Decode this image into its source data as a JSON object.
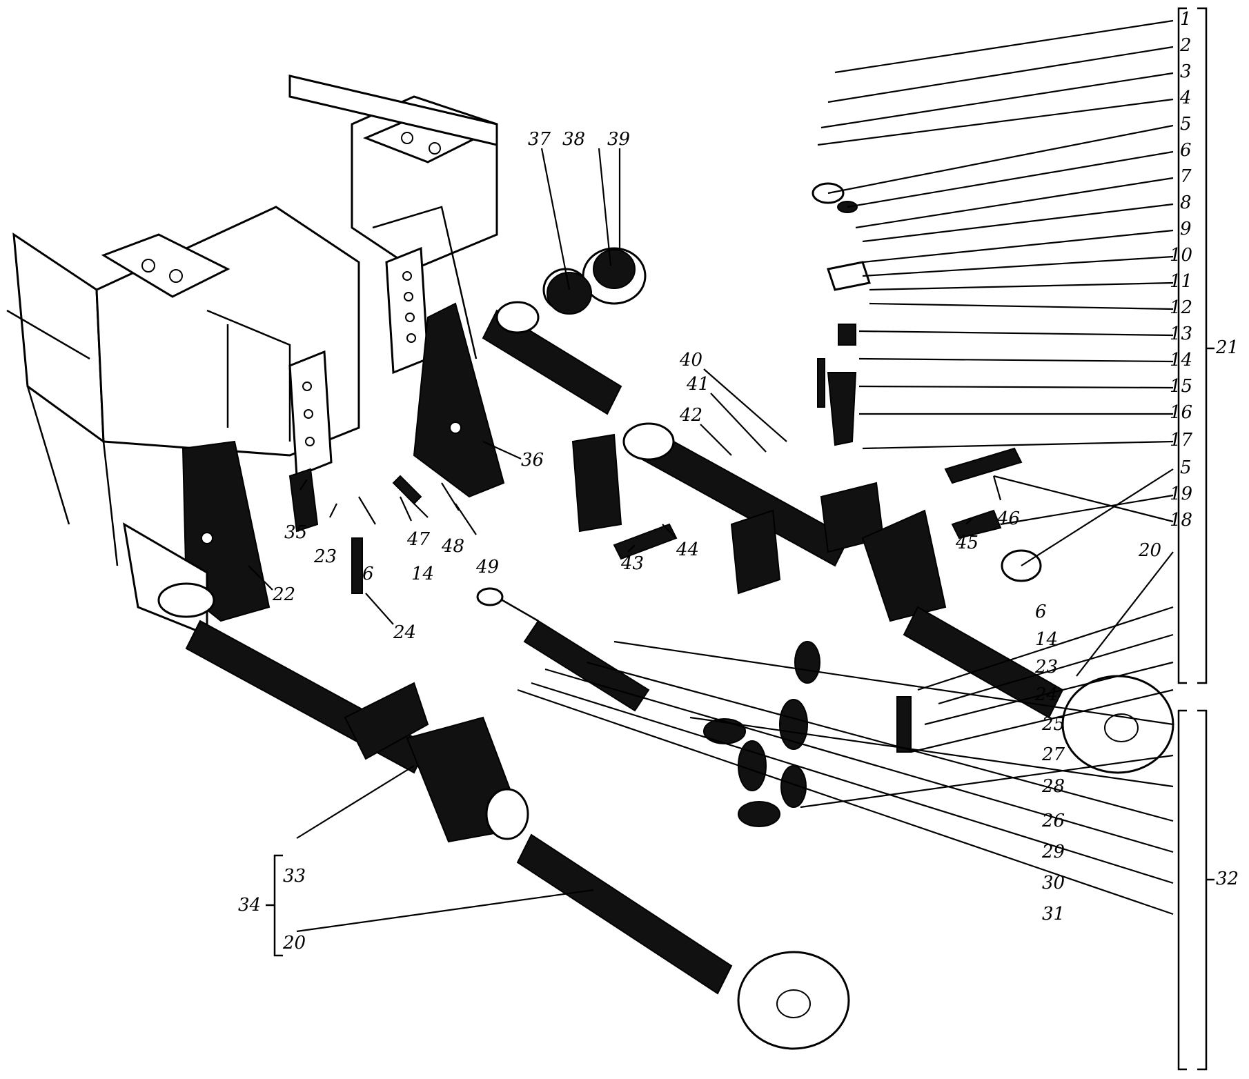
{
  "callouts": {
    "right": [
      "1",
      "2",
      "3",
      "4",
      "5",
      "6",
      "7",
      "8",
      "9",
      "10",
      "11",
      "12",
      "13",
      "14",
      "15",
      "16",
      "17",
      "5",
      "19",
      "18",
      "20",
      "6",
      "14",
      "23",
      "24",
      "25",
      "27",
      "28",
      "26",
      "29",
      "30",
      "31"
    ],
    "group_21": "21",
    "group_32": "32",
    "top": [
      "37",
      "38",
      "39"
    ],
    "mid": [
      "40",
      "41",
      "42",
      "36",
      "44",
      "43",
      "45",
      "46"
    ],
    "left": [
      "35",
      "23",
      "6",
      "14",
      "47",
      "48",
      "49",
      "22",
      "24"
    ],
    "bottom": [
      "33",
      "34",
      "20"
    ]
  }
}
